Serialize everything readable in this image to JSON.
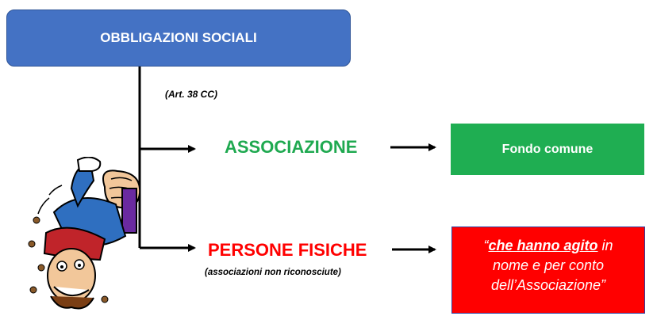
{
  "diagram": {
    "root": {
      "label": "OBBLIGAZIONI SOCIALI"
    },
    "note": "(Art. 38 CC)",
    "branches": [
      {
        "label": "ASSOCIAZIONE",
        "color": "#1fa950",
        "target": {
          "label": "Fondo comune",
          "color": "#1fae52"
        }
      },
      {
        "label": "PERSONE FISICHE",
        "color": "#ff0000",
        "sublabel": "(associazioni non riconosciute)",
        "target": {
          "quote_open": "“",
          "emphasis": "che hanno agito",
          "rest_line1": " in",
          "line2": "nome e per conto",
          "line3": "dell’Associazione",
          "quote_close": "”",
          "color": "#ff0000"
        }
      }
    ],
    "root_color": "#4472c4",
    "illustration": "falling-cartoon-man"
  }
}
